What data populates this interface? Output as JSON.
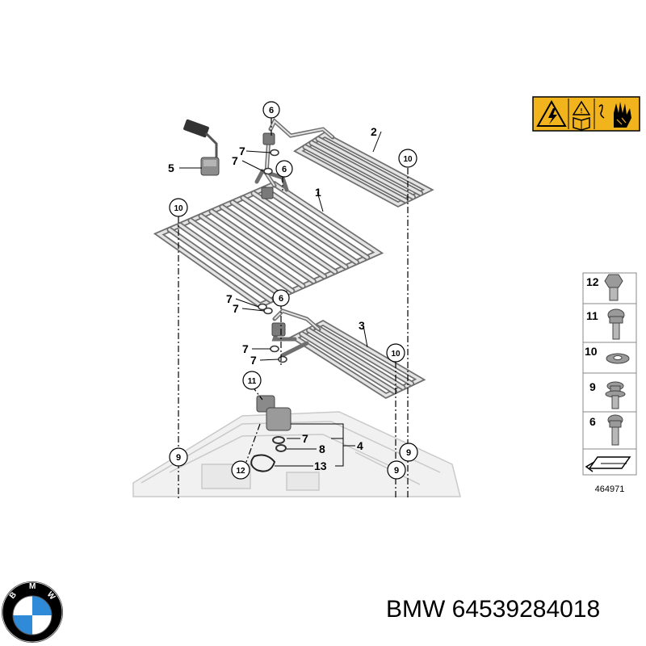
{
  "diagram": {
    "part_labels": {
      "p1": "1",
      "p2": "2",
      "p3": "3",
      "p4": "4",
      "p5": "5",
      "p6a": "6",
      "p6b": "6",
      "p6c": "6",
      "p7a": "7",
      "p7b": "7",
      "p7c": "7",
      "p7d": "7",
      "p7e": "7",
      "p7f": "7",
      "p7g": "7",
      "p8": "8",
      "p9a": "9",
      "p9b": "9",
      "p9c": "9",
      "p10a": "10",
      "p10b": "10",
      "p10c": "10",
      "p11": "11",
      "p12": "12",
      "p13": "13"
    },
    "legend": [
      {
        "number": "12",
        "icon": "hex-bolt-icon"
      },
      {
        "number": "11",
        "icon": "torx-bolt-icon"
      },
      {
        "number": "10",
        "icon": "washer-icon"
      },
      {
        "number": "9",
        "icon": "collar-bolt-icon"
      },
      {
        "number": "6",
        "icon": "torx-screw-icon"
      }
    ],
    "drawing_number": "464971",
    "warning_colors": {
      "background": "#f2b41c",
      "border": "#000000"
    }
  },
  "caption": {
    "brand": "BMW",
    "part_number": "64539284018",
    "text": "BMW 64539284018"
  },
  "logo": {
    "colors": {
      "blue": "#2f8ad8",
      "ring": "#000000",
      "white": "#ffffff"
    }
  }
}
